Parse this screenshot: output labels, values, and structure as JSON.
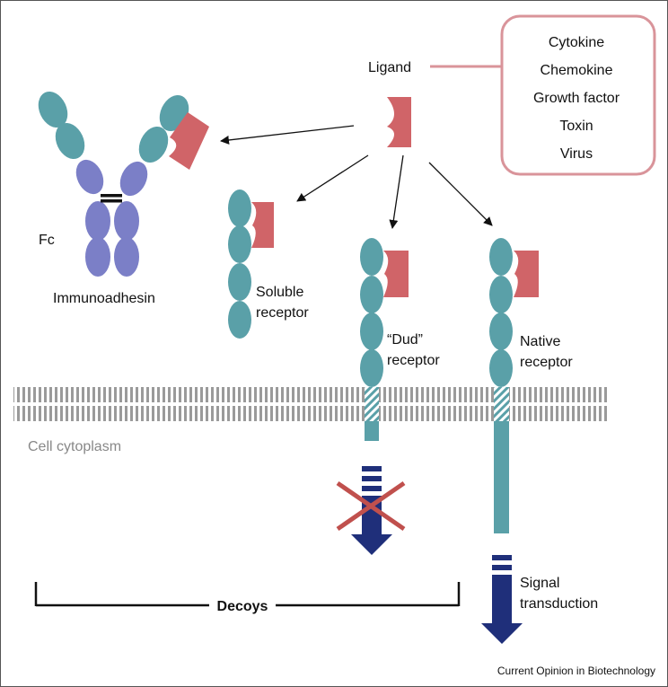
{
  "labels": {
    "ligand": "Ligand",
    "fc": "Fc",
    "immunoadhesin": "Immunoadhesin",
    "soluble_line1": "Soluble",
    "soluble_line2": "receptor",
    "dud_line1": "“Dud”",
    "dud_line2": "receptor",
    "native_line1": "Native",
    "native_line2": "receptor",
    "cytoplasm": "Cell cytoplasm",
    "signal_line1": "Signal",
    "signal_line2": "transduction",
    "decoys": "Decoys",
    "credit": "Current Opinion in Biotechnology"
  },
  "ligand_types": [
    "Cytokine",
    "Chemokine",
    "Growth factor",
    "Toxin",
    "Virus"
  ],
  "colors": {
    "teal": "#5aa0a8",
    "purple": "#7b7fc7",
    "ligand": "#d06468",
    "box_border": "#d9949a",
    "navy": "#1f2f7a",
    "cross": "#c0504d",
    "membrane": "#9a9a9a"
  }
}
